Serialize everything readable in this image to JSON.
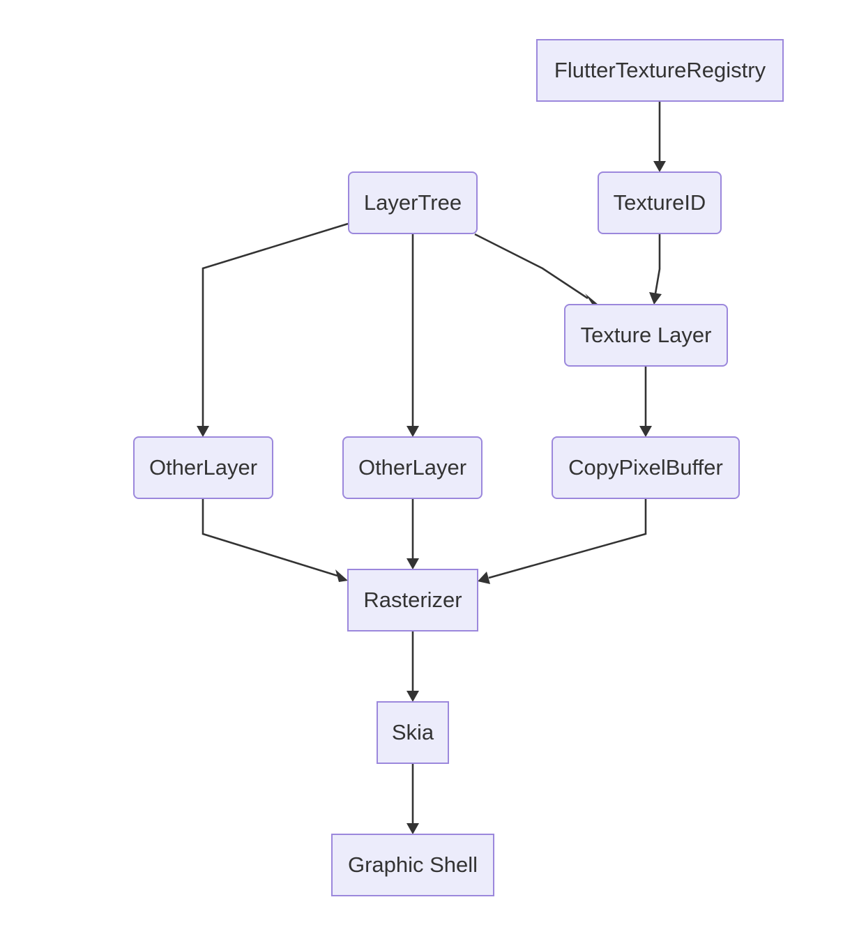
{
  "diagram": {
    "type": "flowchart",
    "direction": "top-to-bottom",
    "colors": {
      "node_fill": "#ececfb",
      "node_border": "#9b87dc",
      "edge": "#333333",
      "text": "#333333"
    },
    "nodes": {
      "flutter_texture_registry": {
        "label": "FlutterTextureRegistry",
        "shape": "rectangle"
      },
      "texture_id": {
        "label": "TextureID",
        "shape": "rounded"
      },
      "layer_tree": {
        "label": "LayerTree",
        "shape": "rounded"
      },
      "texture_layer": {
        "label": "Texture Layer",
        "shape": "rounded"
      },
      "other_layer_1": {
        "label": "OtherLayer",
        "shape": "rounded"
      },
      "other_layer_2": {
        "label": "OtherLayer",
        "shape": "rounded"
      },
      "copy_pixel_buffer": {
        "label": "CopyPixelBuffer",
        "shape": "rounded"
      },
      "rasterizer": {
        "label": "Rasterizer",
        "shape": "rectangle"
      },
      "skia": {
        "label": "Skia",
        "shape": "rectangle"
      },
      "graphic_shell": {
        "label": "Graphic Shell",
        "shape": "rectangle"
      }
    },
    "edges": [
      {
        "from": "flutter_texture_registry",
        "to": "texture_id"
      },
      {
        "from": "texture_id",
        "to": "texture_layer"
      },
      {
        "from": "layer_tree",
        "to": "other_layer_1"
      },
      {
        "from": "layer_tree",
        "to": "other_layer_2"
      },
      {
        "from": "layer_tree",
        "to": "texture_layer"
      },
      {
        "from": "texture_layer",
        "to": "copy_pixel_buffer"
      },
      {
        "from": "other_layer_1",
        "to": "rasterizer"
      },
      {
        "from": "other_layer_2",
        "to": "rasterizer"
      },
      {
        "from": "copy_pixel_buffer",
        "to": "rasterizer"
      },
      {
        "from": "rasterizer",
        "to": "skia"
      },
      {
        "from": "skia",
        "to": "graphic_shell"
      }
    ]
  }
}
